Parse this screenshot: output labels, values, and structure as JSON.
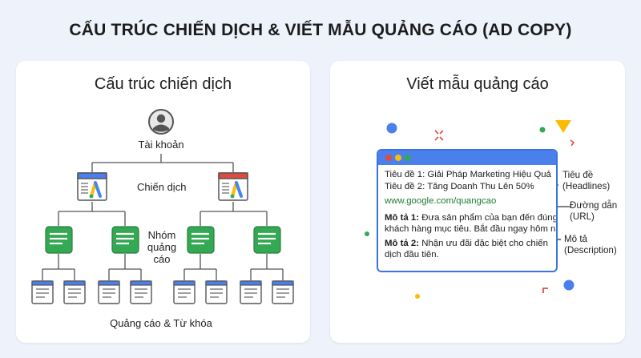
{
  "title": "CẤU TRÚC CHIẾN DỊCH & VIẾT MẪU QUẢNG CÁO (AD COPY)",
  "left_panel": {
    "title": "Cấu trúc chiến dịch",
    "account_label": "Tài khoản",
    "campaign_label": "Chiến dịch",
    "adgroup_label_line1": "Nhóm",
    "adgroup_label_line2": "quảng cáo",
    "ads_label": "Quảng cáo & Từ khóa",
    "colors": {
      "blue": "#4a7fec",
      "red": "#e04b3f",
      "green": "#34a853",
      "yellow": "#fbbc04"
    }
  },
  "right_panel": {
    "title": "Viết mẫu quảng cáo",
    "headline1": "Tiêu đề 1: Giải Pháp Marketing Hiệu Quả",
    "headline2": "Tiêu đề 2: Tăng Doanh Thu Lên 50%",
    "url": "www.google.com/quangcao",
    "desc1_label": "Mô tả 1:",
    "desc1_text_line1": "Đưa sản phẩm của bạn đến đúng",
    "desc1_text_line2": "khách hàng mục tiêu. Bắt đầu ngay hôm nay!",
    "desc2_label": "Mô tả 2:",
    "desc2_text_line1": "Nhận ưu đãi đặc biệt cho chiến",
    "desc2_text_line2": "dịch đầu tiên.",
    "headlines_label_line1": "Tiêu đề",
    "headlines_label_line2": "(Headlines)",
    "url_label_line1": "Đường dẫn",
    "url_label_line2": "(URL)",
    "description_label_line1": "Mô tả",
    "description_label_line2": "(Description)"
  }
}
